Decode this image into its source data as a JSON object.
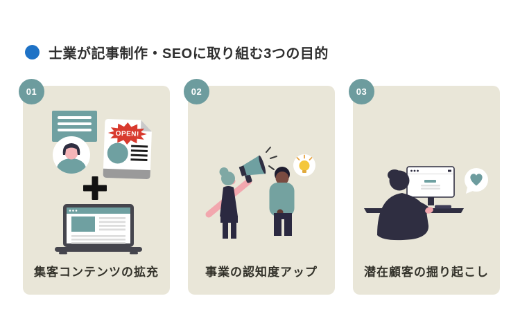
{
  "header": {
    "title": "士業が記事制作・SEOに取り組む3つの目的"
  },
  "cards": [
    {
      "number": "01",
      "caption": "集客コンテンツの拡充",
      "flyer_label": "OPEN!",
      "illustration": "avatar-with-speech-bubble plus open-flyer above laptop-website"
    },
    {
      "number": "02",
      "caption": "事業の認知度アップ",
      "illustration": "woman announcing with megaphone to man with idea lightbulb"
    },
    {
      "number": "03",
      "caption": "潜在顧客の掘り起こし",
      "illustration": "person browsing desktop computer with heart reaction bubble"
    }
  ],
  "colors": {
    "accent_blue": "#1e72c6",
    "badge_teal": "#6d9c9e",
    "card_background": "#e9e6d8",
    "illustration_teal": "#6fa0a1",
    "open_red": "#d83a2e",
    "dark_navy": "#2f2e41",
    "skin_pink": "#f2a7ae",
    "title_text": "#2f2f2f",
    "caption_text": "#33322a"
  }
}
